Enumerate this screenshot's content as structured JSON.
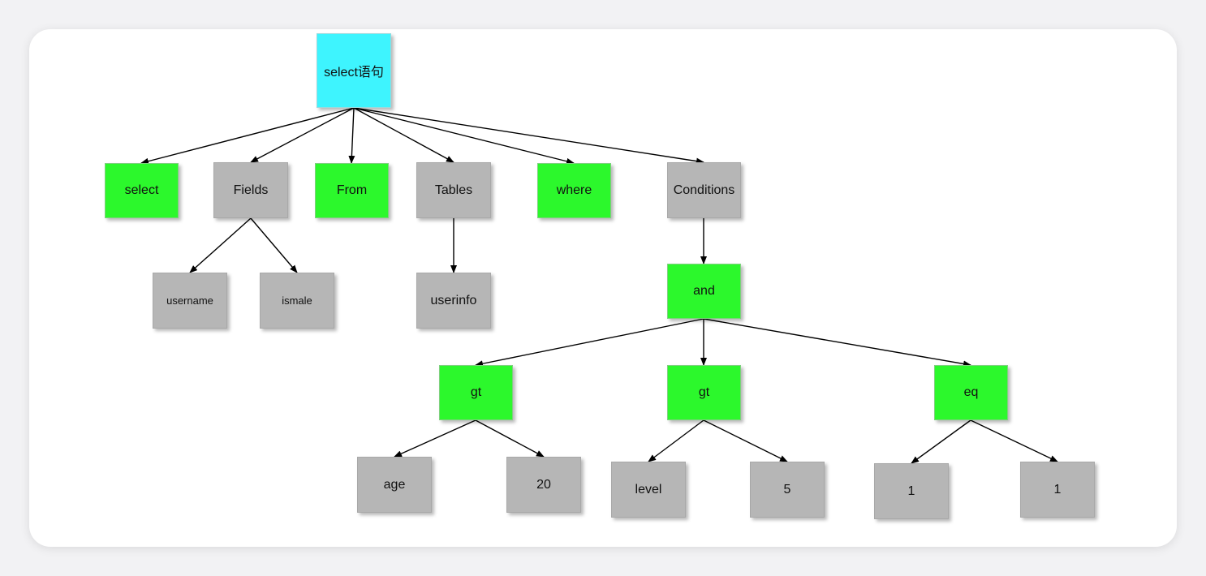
{
  "diagram": {
    "nodes": [
      {
        "id": "root",
        "label": "select语句",
        "fill": "#3ef4fe"
      },
      {
        "id": "select",
        "label": "select",
        "fill": "#2cf82c"
      },
      {
        "id": "fields",
        "label": "Fields",
        "fill": "#b6b6b6"
      },
      {
        "id": "from",
        "label": "From",
        "fill": "#2cf82c"
      },
      {
        "id": "tables",
        "label": "Tables",
        "fill": "#b6b6b6"
      },
      {
        "id": "where",
        "label": "where",
        "fill": "#2cf82c"
      },
      {
        "id": "conditions",
        "label": "Conditions",
        "fill": "#b6b6b6"
      },
      {
        "id": "username",
        "label": "username",
        "fill": "#b6b6b6"
      },
      {
        "id": "ismale",
        "label": "ismale",
        "fill": "#b6b6b6"
      },
      {
        "id": "userinfo",
        "label": "userinfo",
        "fill": "#b6b6b6"
      },
      {
        "id": "and",
        "label": "and",
        "fill": "#2cf82c"
      },
      {
        "id": "gt1",
        "label": "gt",
        "fill": "#2cf82c"
      },
      {
        "id": "gt2",
        "label": "gt",
        "fill": "#2cf82c"
      },
      {
        "id": "eq",
        "label": "eq",
        "fill": "#2cf82c"
      },
      {
        "id": "age",
        "label": "age",
        "fill": "#b6b6b6"
      },
      {
        "id": "v20",
        "label": "20",
        "fill": "#b6b6b6"
      },
      {
        "id": "level",
        "label": "level",
        "fill": "#b6b6b6"
      },
      {
        "id": "v5",
        "label": "5",
        "fill": "#b6b6b6"
      },
      {
        "id": "one_a",
        "label": "1",
        "fill": "#b6b6b6"
      },
      {
        "id": "one_b",
        "label": "1",
        "fill": "#b6b6b6"
      }
    ],
    "edges": [
      [
        "root",
        "select"
      ],
      [
        "root",
        "fields"
      ],
      [
        "root",
        "from"
      ],
      [
        "root",
        "tables"
      ],
      [
        "root",
        "where"
      ],
      [
        "root",
        "conditions"
      ],
      [
        "fields",
        "username"
      ],
      [
        "fields",
        "ismale"
      ],
      [
        "tables",
        "userinfo"
      ],
      [
        "conditions",
        "and"
      ],
      [
        "and",
        "gt1"
      ],
      [
        "and",
        "gt2"
      ],
      [
        "and",
        "eq"
      ],
      [
        "gt1",
        "age"
      ],
      [
        "gt1",
        "v20"
      ],
      [
        "gt2",
        "level"
      ],
      [
        "gt2",
        "v5"
      ],
      [
        "eq",
        "one_a"
      ],
      [
        "eq",
        "one_b"
      ]
    ]
  }
}
